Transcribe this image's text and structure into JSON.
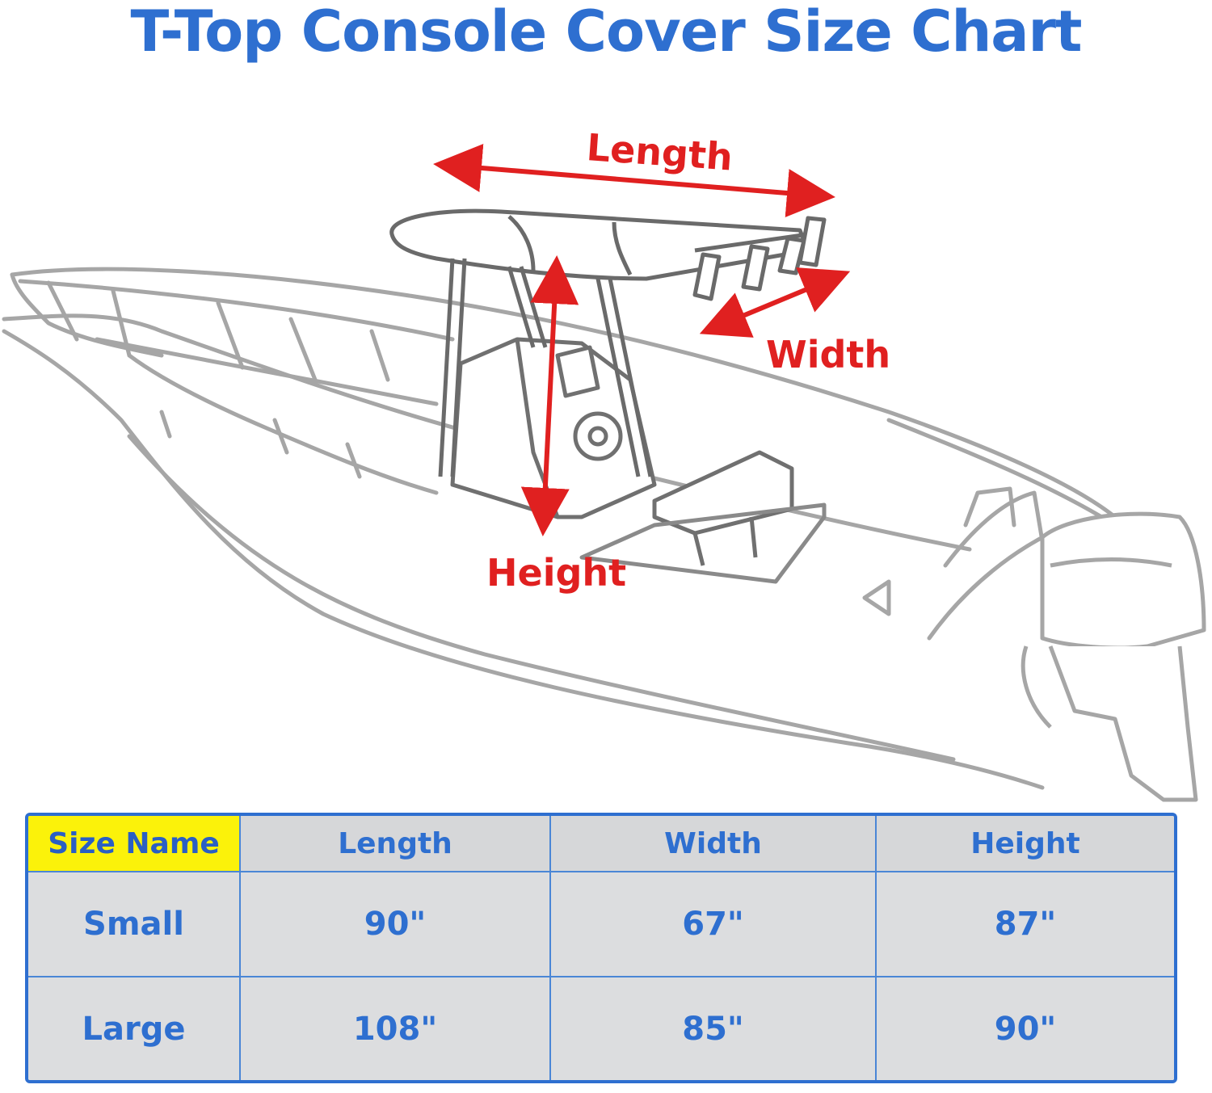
{
  "title": "T-Top Console Cover Size Chart",
  "diagram": {
    "labels": {
      "length": "Length",
      "width": "Width",
      "height": "Height"
    },
    "arrow_color": "#e02020",
    "line_color": "#9a9a9a"
  },
  "table": {
    "headers": [
      "Size Name",
      "Length",
      "Width",
      "Height"
    ],
    "rows": [
      [
        "Small",
        "90\"",
        "67\"",
        "87\""
      ],
      [
        "Large",
        "108\"",
        "85\"",
        "90\""
      ]
    ],
    "header_highlight_color": "#fbf20a",
    "text_color": "#2e6fd0",
    "border_color": "#2e6fd0"
  },
  "colors": {
    "title": "#2e6fd0",
    "label_red": "#e02020",
    "table_bg": "#d9dadc"
  }
}
